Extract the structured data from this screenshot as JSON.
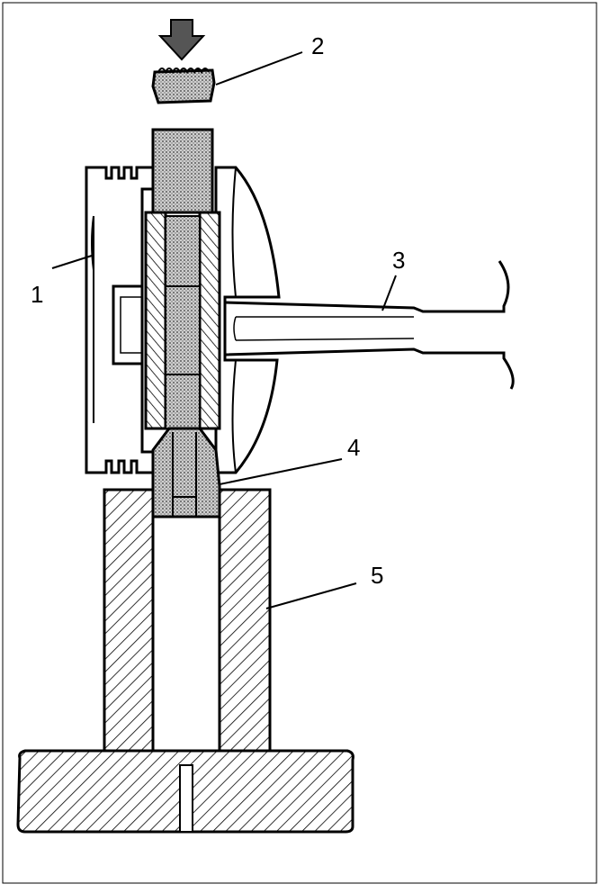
{
  "diagram": {
    "labels": [
      {
        "id": "label-1",
        "text": "1"
      },
      {
        "id": "label-2",
        "text": "2"
      },
      {
        "id": "label-3",
        "text": "3"
      },
      {
        "id": "label-4",
        "text": "4"
      },
      {
        "id": "label-5",
        "text": "5"
      }
    ],
    "colors": {
      "ink": "#000000",
      "paper": "#ffffff",
      "stipple": "#c8c8c8"
    },
    "parts": [
      "piston-body",
      "press-ram-with-arrow",
      "connecting-rod",
      "split-bushing-tool",
      "support-sleeve-fixture"
    ]
  }
}
